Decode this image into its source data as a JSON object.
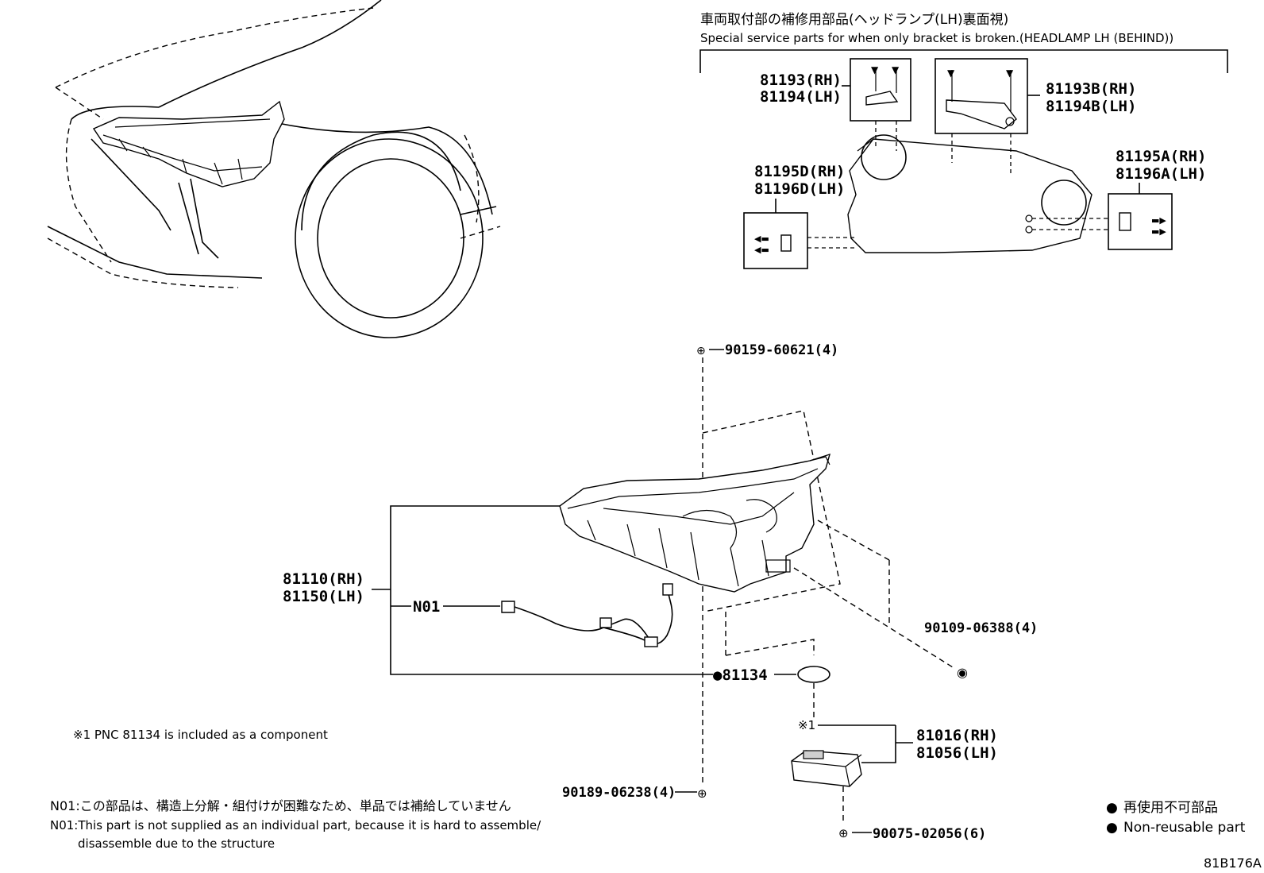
{
  "inset": {
    "title_jp": "車両取付部の補修用部品(ヘッドランプ(LH)裏面視)",
    "title_en": "Special service parts for when only bracket is broken.(HEADLAMP LH (BEHIND))",
    "bracket_a": {
      "rh": "81193(RH)",
      "lh": "81194(LH)"
    },
    "bracket_b": {
      "rh": "81193B(RH)",
      "lh": "81194B(LH)"
    },
    "bracket_d": {
      "rh": "81195D(RH)",
      "lh": "81196D(LH)"
    },
    "bracket_c": {
      "rh": "81195A(RH)",
      "lh": "81196A(LH)"
    }
  },
  "parts": {
    "screw_top": "90159-60621(4)",
    "headlamp": {
      "rh": "81110(RH)",
      "lh": "81150(LH)"
    },
    "wire": "N01",
    "gasket": "●81134",
    "screw_right": "90109-06388(4)",
    "ref_mark": "※1",
    "computer": {
      "rh": "81016(RH)",
      "lh": "81056(LH)"
    },
    "screw_bottom_left": "90189-06238(4)",
    "screw_bottom": "90075-02056(6)"
  },
  "notes": {
    "ref_note": "※1 PNC 81134 is included as a component",
    "n01_jp": "N01:この部品は、構造上分解・組付けが困難なため、単品では補給していません",
    "n01_en_line1": "N01:This part is not supplied as an individual part, because it is hard to assemble/",
    "n01_en_line2": "disassemble due to the structure"
  },
  "legend": {
    "symbol": "●",
    "jp": "再使用不可部品",
    "en": "Non-reusable part"
  },
  "figure_id": "81B176A"
}
